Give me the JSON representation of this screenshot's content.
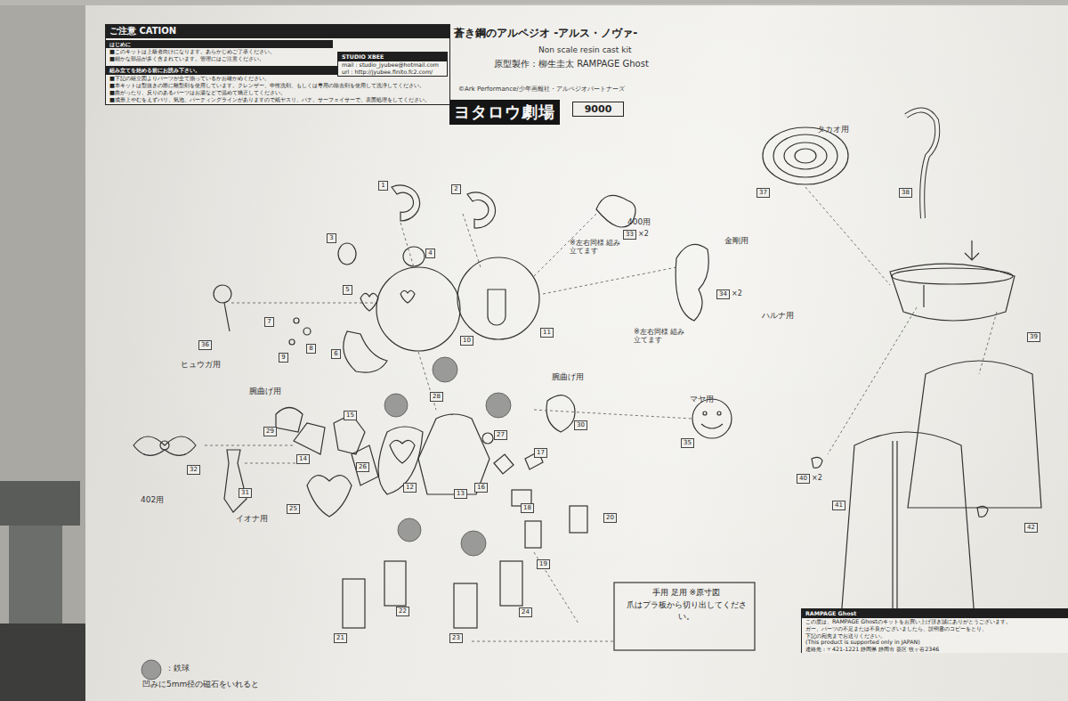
{
  "diagram": {
    "title": "ヨタロウ劇場",
    "nodes": [
      {
        "text": [
          "ご注意 CATION"
        ]
      },
      {
        "text": [
          "はじめに",
          "■このキットは上級者向けになります。あらかじめご了承ください。",
          "■細かな部品が多く含まれています。管理にはご注意ください。"
        ],
        "in": 0
      },
      {
        "text": [
          "組み立てを始める前にお読み下さい。",
          "■下記の組立図よりパーツが全て揃っているかお確かめください。",
          "■本キットは型抜きの際に離型剤を使用しています。クレンザー、中性洗剤、もしくは専用の除去剤を使用して洗浄してください。",
          "■曲がったり、反りのあるパーツはお湯などで温めて矯正してください。",
          "■成形上やむをえずバリ、気泡、パーティングラインがありますので紙ヤスリ、パテ、サーフェイサーで、表面処理をしてください。"
        ],
        "in": 0
      },
      {
        "text": [
          "STUDIO XBEE",
          "mail : studio_jyubee@hotmail.com",
          "url : http://jyubee.finito.fc2.com/"
        ],
        "in": 0
      },
      {
        "text": [
          "9000"
        ]
      },
      {
        "text": [
          "手用 足用 ※原寸図",
          "爪はプラ板から切り出してください。"
        ]
      },
      {
        "text": [
          "RAMPAGE Ghost",
          "この度は、RAMPAGE Ghostのキットをお買い上げ頂き誠にありがとうございます。",
          "ガー、パーツの不足または不良がございましたら、説明書のコピーをとり、",
          "下記の宛先までお送りください。",
          "(This product is supported only in JAPAN)",
          "連絡先：〒421-1221 静岡県 静岡市 葵区 牧ヶ谷2346"
        ]
      },
      {
        "text": [
          "1"
        ]
      },
      {
        "text": [
          "2"
        ]
      },
      {
        "text": [
          "3"
        ]
      },
      {
        "text": [
          "4"
        ]
      },
      {
        "text": [
          "5"
        ]
      },
      {
        "text": [
          "6"
        ]
      },
      {
        "text": [
          "7"
        ]
      },
      {
        "text": [
          "8"
        ]
      },
      {
        "text": [
          "9"
        ]
      },
      {
        "text": [
          "10"
        ]
      },
      {
        "text": [
          "11"
        ]
      },
      {
        "text": [
          "12"
        ]
      },
      {
        "text": [
          "13"
        ]
      },
      {
        "text": [
          "14"
        ]
      },
      {
        "text": [
          "15"
        ]
      },
      {
        "text": [
          "16"
        ]
      },
      {
        "text": [
          "17"
        ]
      },
      {
        "text": [
          "18"
        ]
      },
      {
        "text": [
          "19"
        ]
      },
      {
        "text": [
          "20"
        ]
      },
      {
        "text": [
          "21"
        ]
      },
      {
        "text": [
          "22"
        ]
      },
      {
        "text": [
          "23"
        ]
      },
      {
        "text": [
          "24"
        ]
      },
      {
        "text": [
          "25"
        ]
      },
      {
        "text": [
          "26"
        ]
      },
      {
        "text": [
          "27"
        ]
      },
      {
        "text": [
          "28"
        ]
      },
      {
        "text": [
          "29"
        ]
      },
      {
        "text": [
          "30"
        ]
      },
      {
        "text": [
          "31"
        ]
      },
      {
        "text": [
          "32"
        ]
      },
      {
        "text": [
          "33"
        ]
      },
      {
        "text": [
          "34"
        ]
      },
      {
        "text": [
          "35"
        ]
      },
      {
        "text": [
          "36"
        ]
      },
      {
        "text": [
          "37"
        ]
      },
      {
        "text": [
          "38"
        ]
      },
      {
        "text": [
          "39"
        ]
      },
      {
        "text": [
          "40"
        ]
      },
      {
        "text": [
          "41"
        ]
      },
      {
        "text": [
          "42"
        ]
      }
    ],
    "labels": [
      "蒼き鋼のアルペジオ -アルス・ノヴァ-",
      "Non scale resin cast kit",
      "原型製作：柳生圭太 RAMPAGE Ghost",
      "©Ark Performance/少年画報社・アルペジオパートナーズ",
      "タカオ用",
      "400用",
      "×2",
      "※左右同様 組み立てます",
      "金剛用",
      "×2",
      "※左右同様 組み立てます",
      "ヒュウガ用",
      "腕曲げ用",
      "腕曲げ用",
      "マヤ用",
      "ハルナ用",
      "×2",
      "402用",
      "イオナ用",
      "：鉄球",
      "凹みに5mm径の磁石をいれると"
    ]
  }
}
